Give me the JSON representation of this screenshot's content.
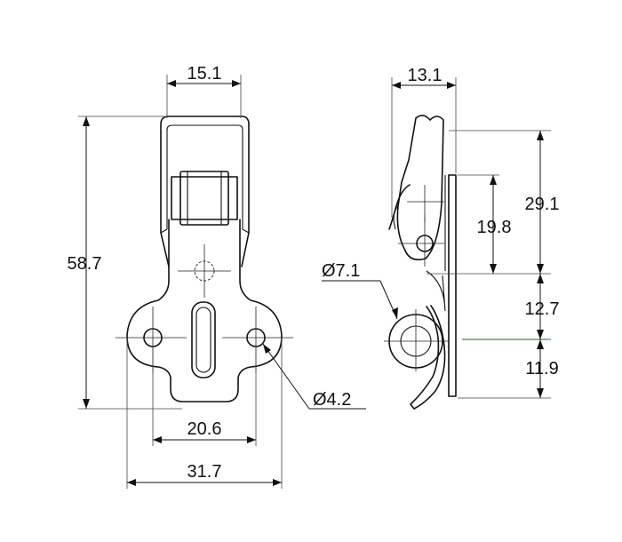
{
  "dimensions": {
    "top_width": "15.1",
    "overall_height": "58.7",
    "hole_spacing": "20.6",
    "base_width": "31.7",
    "hole_diameter": "Ø4.2",
    "side_depth": "13.1",
    "side_upper_height": "29.1",
    "side_pivot_height": "19.8",
    "side_middle_height": "12.7",
    "side_lower_height": "11.9",
    "pin_diameter": "Ø7.1"
  }
}
